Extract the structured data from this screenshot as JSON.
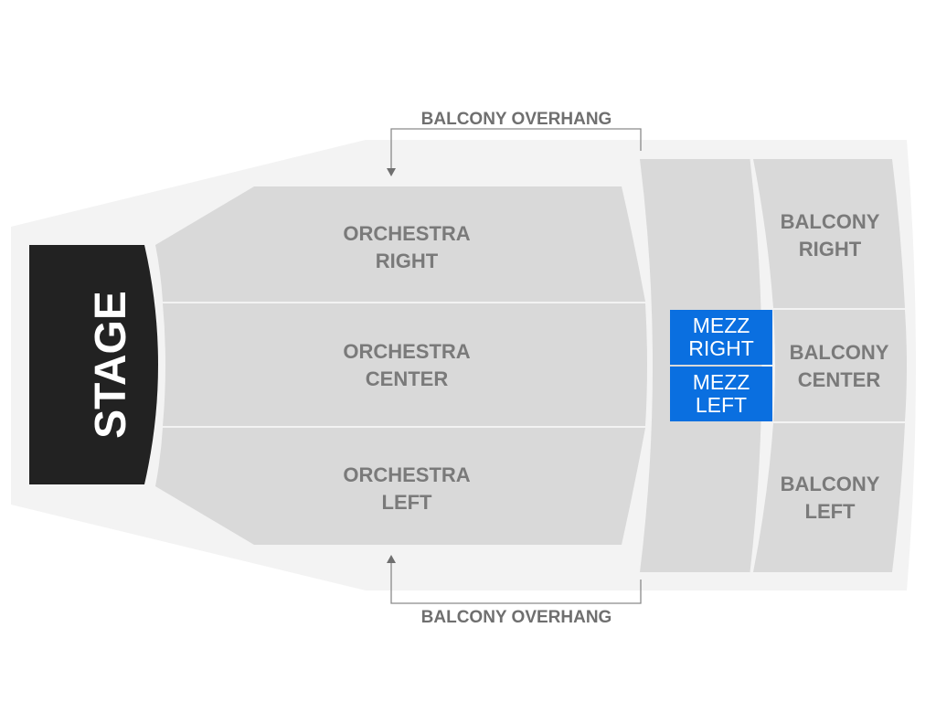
{
  "colors": {
    "background": "#ffffff",
    "venue_outline": "#f3f3f3",
    "section": "#d9d9d9",
    "stage": "#222222",
    "mezz_highlight": "#0a6fe0",
    "label": "#7a7a7a"
  },
  "stage": {
    "label": "STAGE"
  },
  "orchestra": {
    "right": {
      "line1": "ORCHESTRA",
      "line2": "RIGHT"
    },
    "center": {
      "line1": "ORCHESTRA",
      "line2": "CENTER"
    },
    "left": {
      "line1": "ORCHESTRA",
      "line2": "LEFT"
    }
  },
  "mezzanine": {
    "right": {
      "line1": "MEZZ",
      "line2": "RIGHT"
    },
    "left": {
      "line1": "MEZZ",
      "line2": "LEFT"
    }
  },
  "balcony": {
    "right": {
      "line1": "BALCONY",
      "line2": "RIGHT"
    },
    "center": {
      "line1": "BALCONY",
      "line2": "CENTER"
    },
    "left": {
      "line1": "BALCONY",
      "line2": "LEFT"
    }
  },
  "annotations": {
    "top": "BALCONY OVERHANG",
    "bottom": "BALCONY OVERHANG"
  }
}
